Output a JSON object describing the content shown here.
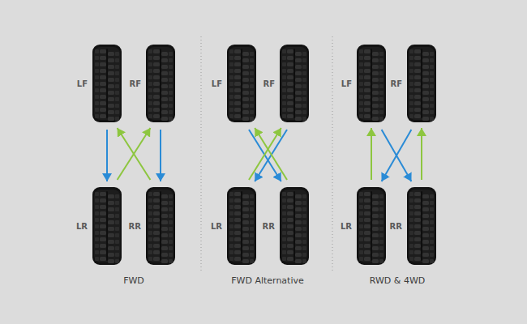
{
  "diagram": {
    "nodes": [
      {
        "text": [
          "LF"
        ]
      },
      {
        "text": [
          "RF"
        ]
      },
      {
        "text": [
          "LR"
        ]
      },
      {
        "text": [
          "RR"
        ]
      },
      {
        "text": [
          "LF"
        ]
      },
      {
        "text": [
          "RF"
        ]
      },
      {
        "text": [
          "LR"
        ]
      },
      {
        "text": [
          "RR"
        ]
      },
      {
        "text": [
          "LF"
        ]
      },
      {
        "text": [
          "RF"
        ]
      },
      {
        "text": [
          "LR"
        ]
      },
      {
        "text": [
          "RR"
        ]
      }
    ],
    "edges": [
      {
        "from": 0,
        "to": 2,
        "arrow": "to"
      },
      {
        "from": 1,
        "to": 3,
        "arrow": "to"
      },
      {
        "from": 2,
        "to": 1,
        "arrow": "to"
      },
      {
        "from": 3,
        "to": 0,
        "arrow": "to"
      },
      {
        "from": 4,
        "to": 7,
        "arrow": "to"
      },
      {
        "from": 5,
        "to": 6,
        "arrow": "to"
      },
      {
        "from": 6,
        "to": 5,
        "arrow": "to"
      },
      {
        "from": 7,
        "to": 4,
        "arrow": "to"
      },
      {
        "from": 8,
        "to": 11,
        "arrow": "to"
      },
      {
        "from": 9,
        "to": 10,
        "arrow": "to"
      },
      {
        "from": 10,
        "to": 8,
        "arrow": "to"
      },
      {
        "from": 11,
        "to": 9,
        "arrow": "to"
      }
    ],
    "labels": [
      "FWD",
      "FWD Alternative",
      "RWD & 4WD"
    ]
  }
}
